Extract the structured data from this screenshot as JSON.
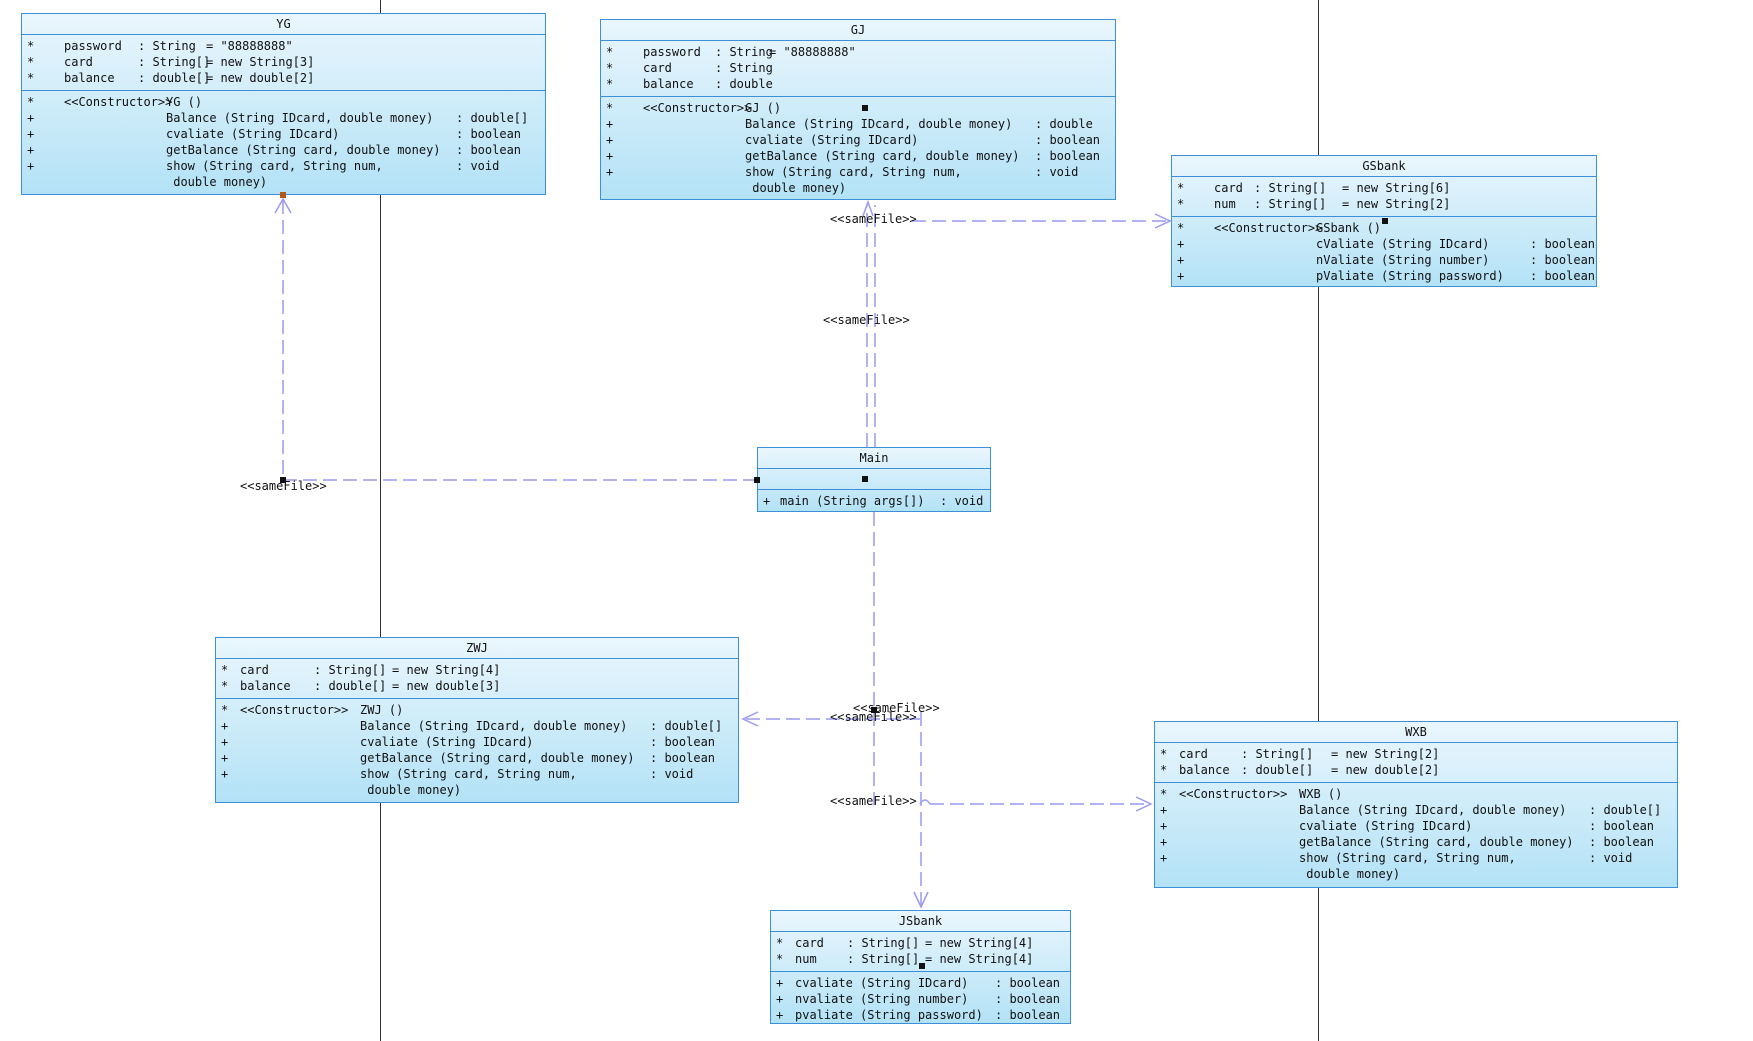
{
  "labels": {
    "samefile": "<<sameFile>>"
  },
  "classes": {
    "yg": {
      "name": "YG",
      "attributes": [
        {
          "vis": "*",
          "name": "password",
          "type": ": String",
          "init": "= \"88888888\""
        },
        {
          "vis": "*",
          "name": "card",
          "type": ": String[]",
          "init": "= new String[3]"
        },
        {
          "vis": "*",
          "name": "balance",
          "type": ": double[]",
          "init": "= new double[2]"
        }
      ],
      "operations": [
        {
          "vis": "*",
          "stereo": "<<Constructor>>",
          "sig": "YG ()",
          "ret": ""
        },
        {
          "vis": "+",
          "stereo": "",
          "sig": "Balance (String IDcard, double money)",
          "ret": ": double[]"
        },
        {
          "vis": "+",
          "stereo": "",
          "sig": "cvaliate (String IDcard)",
          "ret": ": boolean"
        },
        {
          "vis": "+",
          "stereo": "",
          "sig": "getBalance (String card, double money)",
          "ret": ": boolean"
        },
        {
          "vis": "+",
          "stereo": "",
          "sig": "show (String card, String num,",
          "ret": ": void"
        },
        {
          "vis": "",
          "stereo": "",
          "sig": " double money)",
          "ret": ""
        }
      ]
    },
    "gj": {
      "name": "GJ",
      "attributes": [
        {
          "vis": "*",
          "name": "password",
          "type": ": String",
          "init": "= \"88888888\""
        },
        {
          "vis": "*",
          "name": "card",
          "type": ": String",
          "init": ""
        },
        {
          "vis": "*",
          "name": "balance",
          "type": ": double",
          "init": ""
        }
      ],
      "operations": [
        {
          "vis": "*",
          "stereo": "<<Constructor>>",
          "sig": "GJ ()",
          "ret": ""
        },
        {
          "vis": "+",
          "stereo": "",
          "sig": "Balance (String IDcard, double money)",
          "ret": ": double"
        },
        {
          "vis": "+",
          "stereo": "",
          "sig": "cvaliate (String IDcard)",
          "ret": ": boolean"
        },
        {
          "vis": "+",
          "stereo": "",
          "sig": "getBalance (String card, double money)",
          "ret": ": boolean"
        },
        {
          "vis": "+",
          "stereo": "",
          "sig": "show (String card, String num,",
          "ret": ": void"
        },
        {
          "vis": "",
          "stereo": "",
          "sig": " double money)",
          "ret": ""
        }
      ]
    },
    "gsbank": {
      "name": "GSbank",
      "attributes": [
        {
          "vis": "*",
          "name": "card",
          "type": ": String[]",
          "init": "= new String[6]"
        },
        {
          "vis": "*",
          "name": "num",
          "type": ": String[]",
          "init": "= new String[2]"
        }
      ],
      "operations": [
        {
          "vis": "*",
          "stereo": "<<Constructor>>",
          "sig": "GSbank ()",
          "ret": ""
        },
        {
          "vis": "+",
          "stereo": "",
          "sig": "cValiate (String IDcard)",
          "ret": ": boolean"
        },
        {
          "vis": "+",
          "stereo": "",
          "sig": "nValiate (String number)",
          "ret": ": boolean"
        },
        {
          "vis": "+",
          "stereo": "",
          "sig": "pValiate (String password)",
          "ret": ": boolean"
        }
      ]
    },
    "main": {
      "name": "Main",
      "operations": [
        {
          "vis": "+",
          "sig": "main (String args[])",
          "ret": ": void"
        }
      ]
    },
    "zwj": {
      "name": "ZWJ",
      "attributes": [
        {
          "vis": "*",
          "name": "card",
          "type": ": String[]",
          "init": "= new String[4]"
        },
        {
          "vis": "*",
          "name": "balance",
          "type": ": double[]",
          "init": "= new double[3]"
        }
      ],
      "operations": [
        {
          "vis": "*",
          "stereo": "<<Constructor>>",
          "sig": "ZWJ ()",
          "ret": ""
        },
        {
          "vis": "+",
          "stereo": "",
          "sig": "Balance (String IDcard, double money)",
          "ret": ": double[]"
        },
        {
          "vis": "+",
          "stereo": "",
          "sig": "cvaliate (String IDcard)",
          "ret": ": boolean"
        },
        {
          "vis": "+",
          "stereo": "",
          "sig": "getBalance (String card, double money)",
          "ret": ": boolean"
        },
        {
          "vis": "+",
          "stereo": "",
          "sig": "show (String card, String num,",
          "ret": ": void"
        },
        {
          "vis": "",
          "stereo": "",
          "sig": " double money)",
          "ret": ""
        }
      ]
    },
    "wxb": {
      "name": "WXB",
      "attributes": [
        {
          "vis": "*",
          "name": "card",
          "type": ": String[]",
          "init": "= new String[2]"
        },
        {
          "vis": "*",
          "name": "balance",
          "type": ": double[]",
          "init": "= new double[2]"
        }
      ],
      "operations": [
        {
          "vis": "*",
          "stereo": "<<Constructor>>",
          "sig": "WXB ()",
          "ret": ""
        },
        {
          "vis": "+",
          "stereo": "",
          "sig": "Balance (String IDcard, double money)",
          "ret": ": double[]"
        },
        {
          "vis": "+",
          "stereo": "",
          "sig": "cvaliate (String IDcard)",
          "ret": ": boolean"
        },
        {
          "vis": "+",
          "stereo": "",
          "sig": "getBalance (String card, double money)",
          "ret": ": boolean"
        },
        {
          "vis": "+",
          "stereo": "",
          "sig": "show (String card, String num,",
          "ret": ": void"
        },
        {
          "vis": "",
          "stereo": "",
          "sig": " double money)",
          "ret": ""
        }
      ]
    },
    "jsbank": {
      "name": "JSbank",
      "attributes": [
        {
          "vis": "*",
          "name": "card",
          "type": ": String[]",
          "init": "= new String[4]"
        },
        {
          "vis": "*",
          "name": "num",
          "type": ": String[]",
          "init": "= new String[4]"
        }
      ],
      "operations": [
        {
          "vis": "+",
          "sig": "cvaliate (String IDcard)",
          "ret": ": boolean"
        },
        {
          "vis": "+",
          "sig": "nvaliate (String number)",
          "ret": ": boolean"
        },
        {
          "vis": "+",
          "sig": "pvaliate (String password)",
          "ret": ": boolean"
        }
      ]
    }
  },
  "colors": {
    "border": "#3d8fd8",
    "connector": "#9a9af0",
    "fill_top": "#eaf6fd",
    "fill_bottom": "#b3e2f6"
  }
}
